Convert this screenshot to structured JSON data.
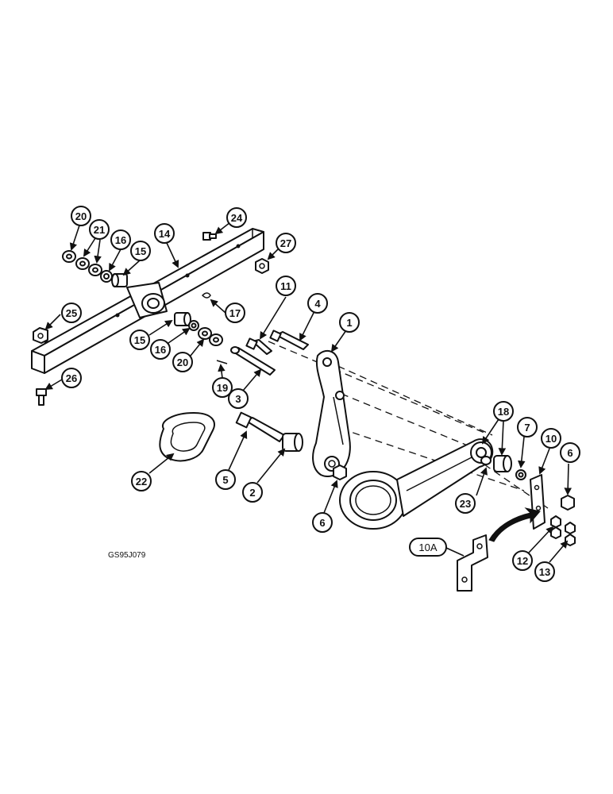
{
  "figure_code": "GS95J079",
  "callouts": {
    "c1": "1",
    "c2": "2",
    "c3": "3",
    "c4": "4",
    "c5": "5",
    "c6a": "6",
    "c6b": "6",
    "c7": "7",
    "c10": "10",
    "c11": "11",
    "c12": "12",
    "c13": "13",
    "c14": "14",
    "c15a": "15",
    "c15b": "15",
    "c16a": "16",
    "c16b": "16",
    "c17": "17",
    "c18": "18",
    "c19": "19",
    "c20a": "20",
    "c20b": "20",
    "c21": "21",
    "c22": "22",
    "c23": "23",
    "c24": "24",
    "c25": "25",
    "c26": "26",
    "c27": "27"
  },
  "tag_10a": "10A"
}
